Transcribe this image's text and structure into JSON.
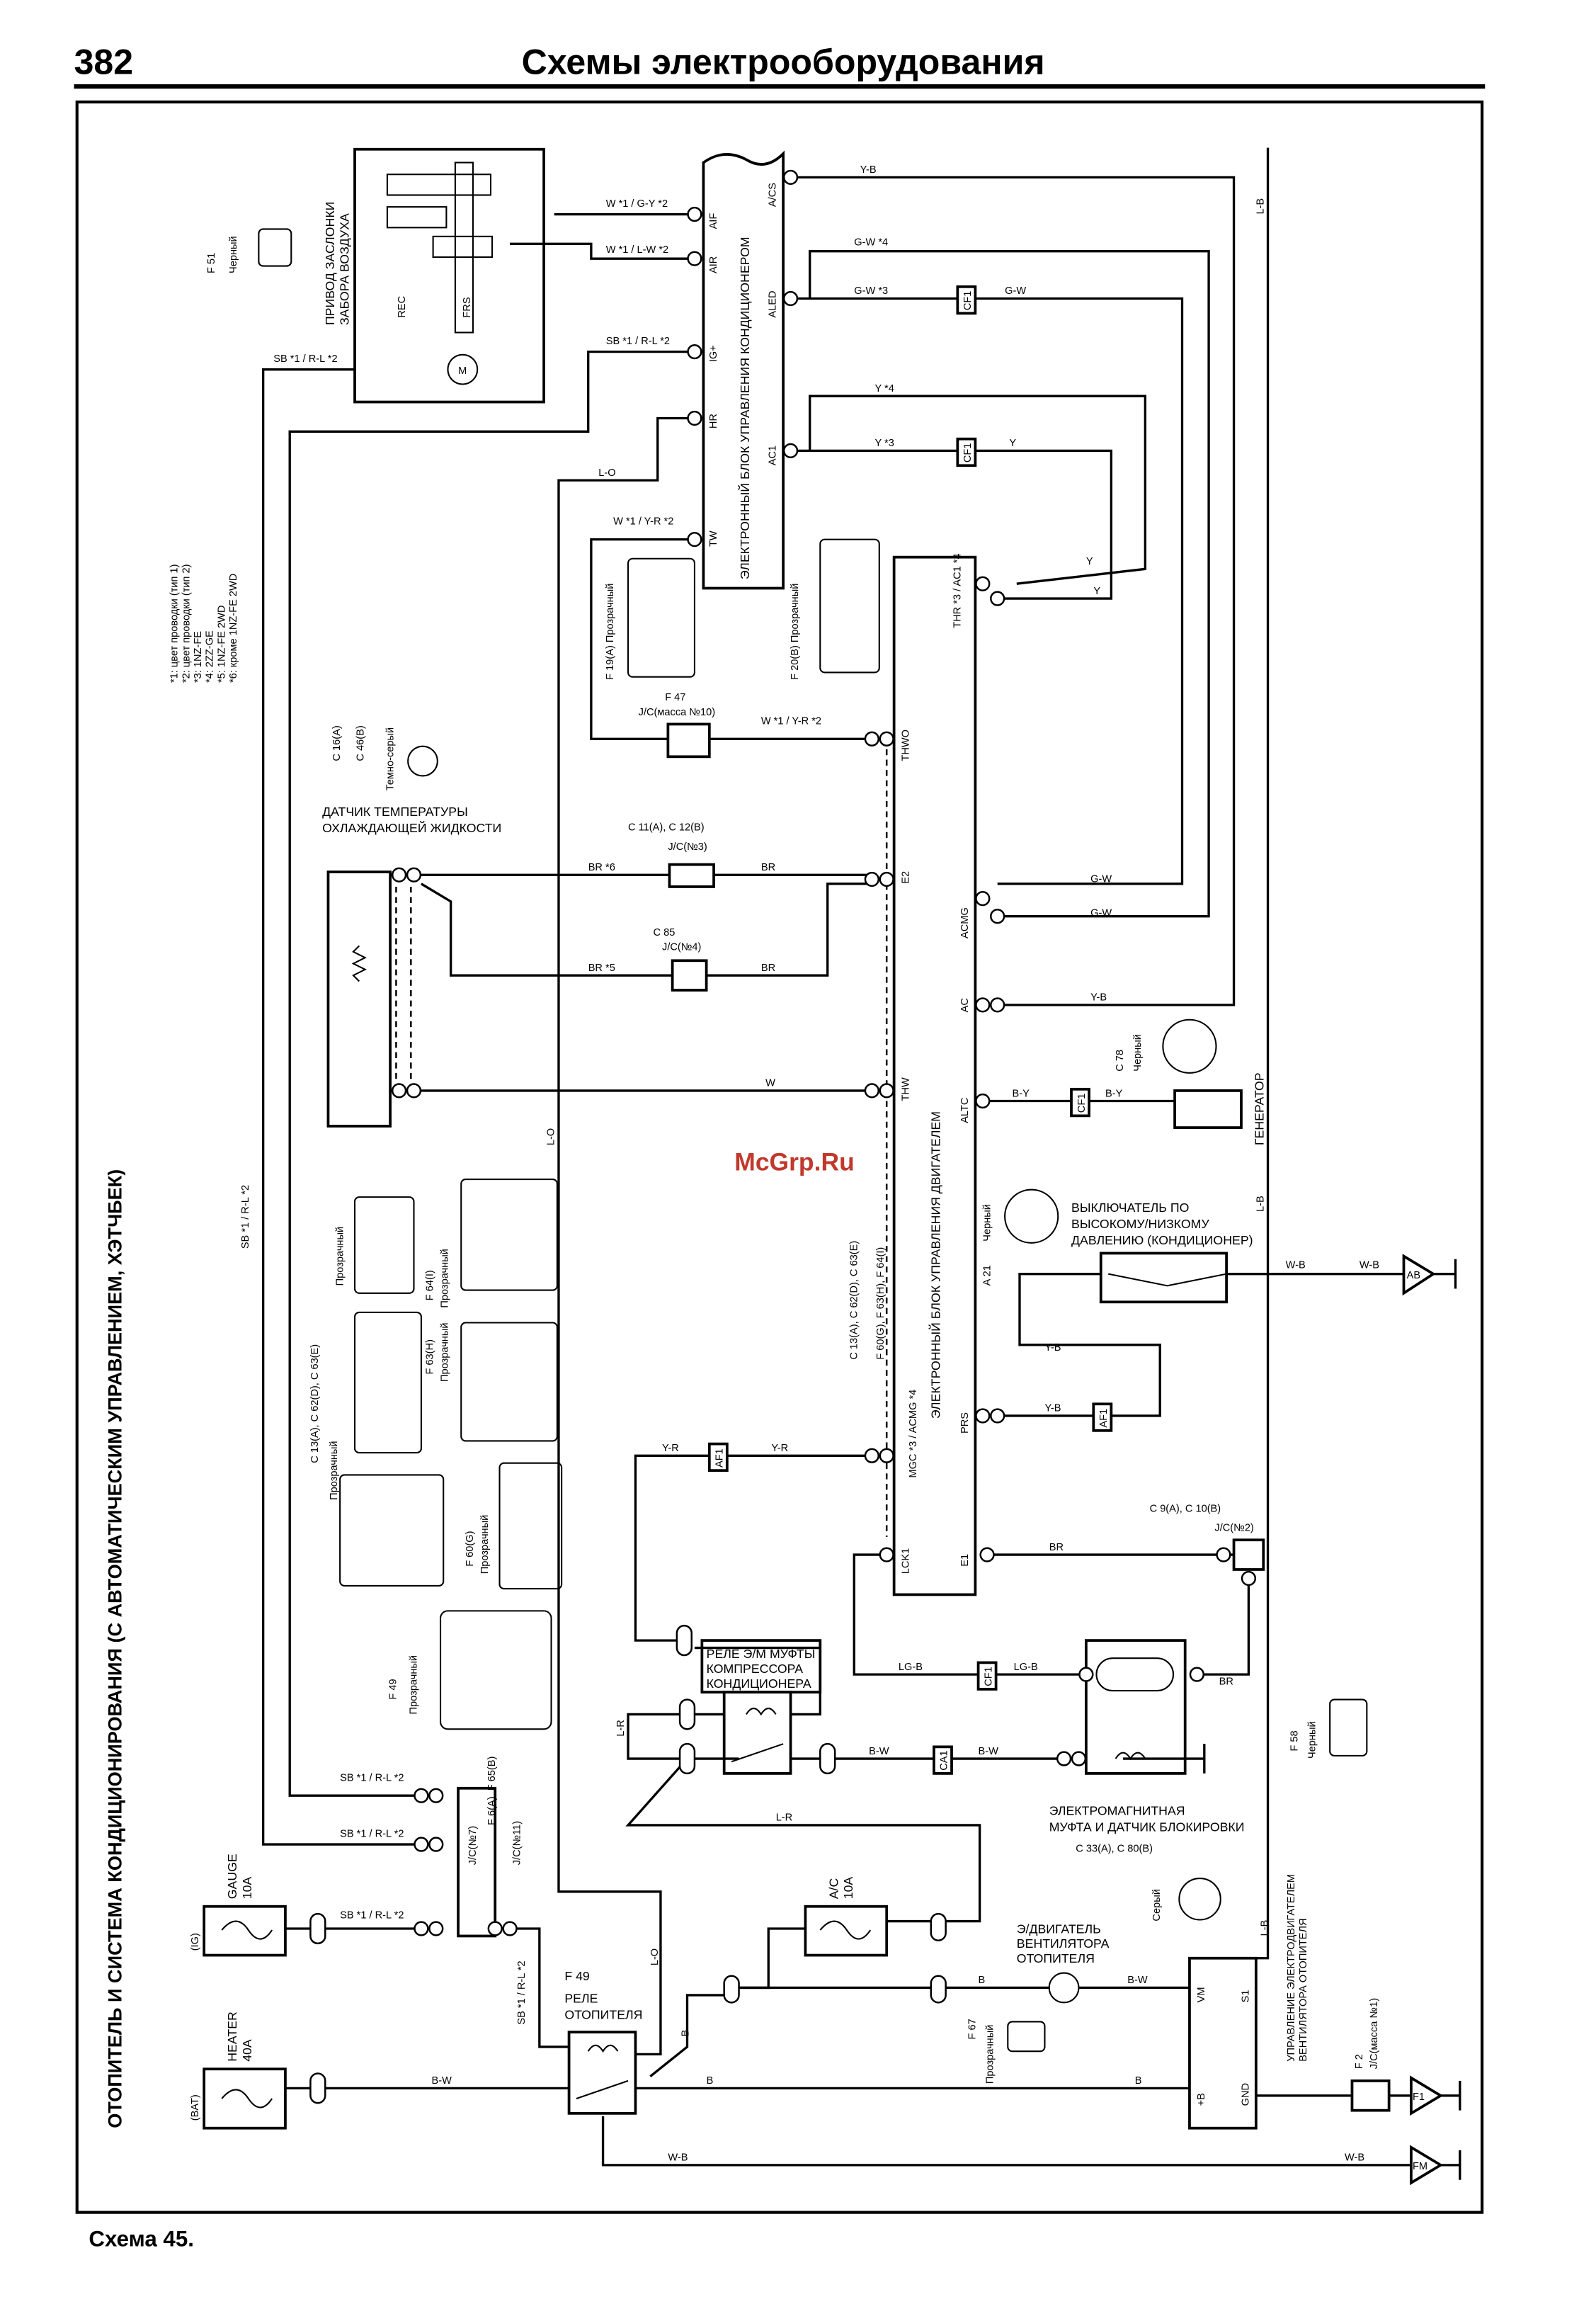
{
  "header": {
    "page_number": "382",
    "title": "Схемы электрооборудования"
  },
  "footer": {
    "caption": "Схема 45."
  },
  "side_title": "ОТОПИТЕЛЬ И СИСТЕМА КОНДИЦИОНИРОВАНИЯ (С АВТОМАТИЧЕСКИМ УПРАВЛЕНИЕМ, ХЭТЧБЕК)",
  "watermark": "McGrp.Ru",
  "notes": [
    "*1: цвет проводки (тип 1)",
    "*2: цвет проводки (тип 2)",
    "*3: 1NZ-FE",
    "*4: 2ZZ-GE",
    "*5: 1NZ-FE 2WD",
    "*6: кроме 1NZ-FE 2WD"
  ],
  "components": {
    "ac_ecu": "ЭЛЕКТРОННЫЙ БЛОК УПРАВЛЕНИЯ КОНДИЦИОНЕРОМ",
    "engine_ecu": "ЭЛЕКТРОННЫЙ БЛОК УПРАВЛЕНИЯ ДВИГАТЕЛЕМ",
    "damper_line1": "ПРИВОД ЗАСЛОНКИ",
    "damper_line2": "ЗАБОРА ВОЗДУХА",
    "damper_rec": "REC",
    "damper_frs": "FRS",
    "motor": "M",
    "coolant_line1": "ДАТЧИК ТЕМПЕРАТУРЫ",
    "coolant_line2": "ОХЛАЖДАЮЩЕЙ ЖИДКОСТИ",
    "generator": "ГЕНЕРАТОР",
    "pressure_line1": "ВЫКЛЮЧАТЕЛЬ ПО",
    "pressure_line2": "ВЫСОКОМУ/НИЗКОМУ",
    "pressure_line3": "ДАВЛЕНИЮ (КОНДИЦИОНЕР)",
    "clutch_relay_line1": "РЕЛЕ Э/М МУФТЫ",
    "clutch_relay_line2": "КОМПРЕССОРА",
    "clutch_relay_line3": "КОНДИЦИОНЕРА",
    "clutch_line1": "ЭЛЕКТРОМАГНИТНАЯ",
    "clutch_line2": "МУФТА И ДАТЧИК БЛОКИРОВКИ",
    "clutch_conn": "C 33(A), C 80(B)",
    "heater_relay_id": "F 49",
    "heater_relay_line1": "РЕЛЕ",
    "heater_relay_line2": "ОТОПИТЕЛЯ",
    "blower_line1": "Э/ДВИГАТЕЛЬ",
    "blower_line2": "ВЕНТИЛЯТОРА",
    "blower_line3": "ОТОПИТЕЛЯ",
    "blower_ctrl_line1": "УПРАВЛЕНИЕ ЭЛЕКТРОДВИГАТЕЛЕМ",
    "blower_ctrl_line2": "ВЕНТИЛЯТОРА ОТОПИТЕЛЯ",
    "fuse_heater": "HEATER",
    "fuse_heater_rating": "40A",
    "fuse_heater_src": "(BAT)",
    "fuse_gauge": "GAUGE",
    "fuse_gauge_rating": "10A",
    "fuse_gauge_src": "(IG)",
    "fuse_ac": "A/C",
    "fuse_ac_rating": "10A",
    "jc10_id": "F 47",
    "jc10": "J/C(масса №10)",
    "jc3_id": "C 11(A), C 12(B)",
    "jc3": "J/C(№3)",
    "jc4_id": "C 85",
    "jc4": "J/C(№4)",
    "jc2_id": "C 9(A), C 10(B)",
    "jc2": "J/C(№2)",
    "jc7": "J/C(№7)",
    "jc11": "J/C(№11)",
    "jc1_id": "F 2",
    "jc1": "J/C(масса №1)",
    "ground_ab": "AB",
    "ground_fm": "FM",
    "ground_f1": "F1"
  },
  "connectors": {
    "f51": "F 51",
    "f51_color": "Черный",
    "f19": "F 19(A) Прозрачный",
    "f20": "F 20(B) Прозрачный",
    "c16": "C 16(A)",
    "c46": "C 46(B)",
    "c16_color": "Темно-серый",
    "c78": "C 78",
    "c78_color": "Черный",
    "a21": "A 21",
    "a21_color": "Черный",
    "ecu_conns_1": "C 13(A), C 62(D), C 63(E)",
    "ecu_conns_2": "F 60(G), F 63(H), F 64(I)",
    "left_c13": "C 13(A), C 62(D), C 63(E)",
    "left_f64": "F 64(I)",
    "left_f63": "F 63(H)",
    "left_f60": "F 60(G)",
    "transparent": "Прозрачный",
    "f49": "F 49",
    "f49_color": "Прозрачный",
    "f58": "F 58",
    "f58_color": "Черный",
    "f67": "F 67",
    "f67_color": "Прозрачный",
    "gray": "Серый",
    "f6": "F 6(A), F 65(B)"
  },
  "pins": {
    "acs": "A/CS",
    "aif": "AIF",
    "air": "AIR",
    "aled": "ALED",
    "igp": "IG+",
    "hr": "HR",
    "ac1": "AC1",
    "tw": "TW",
    "thr_ac1": "THR *3 / AC1 *4",
    "thwo": "THWO",
    "e2": "E2",
    "thw": "THW",
    "acmg": "ACMG",
    "ac": "AC",
    "altc": "ALTC",
    "prs": "PRS",
    "mgc": "MGC *3 / ACMG *4",
    "lck1": "LCK1",
    "e1": "E1",
    "vm": "VM",
    "s1": "S1",
    "pb": "+B",
    "gnd": "GND"
  },
  "wires": {
    "yb": "Y-B",
    "lb": "L-B",
    "wgy": "W *1 / G-Y *2",
    "wlw": "W *1 / L-W *2",
    "sbrl": "SB *1 / R-L *2",
    "gw4": "G-W *4",
    "gw3": "G-W *3",
    "gw": "G-W",
    "y4": "Y *4",
    "y3": "Y *3",
    "y": "Y",
    "lo": "L-O",
    "wyr": "W *1 / Y-R *2",
    "br6": "BR *6",
    "br5": "BR *5",
    "br": "BR",
    "w": "W",
    "by": "B-Y",
    "wb": "W-B",
    "yr": "Y-R",
    "lgb": "LG-B",
    "bw": "B-W",
    "lr": "L-R",
    "b": "B"
  },
  "splices": {
    "cf1": "CF1",
    "af1": "AF1",
    "ca1": "CA1"
  }
}
